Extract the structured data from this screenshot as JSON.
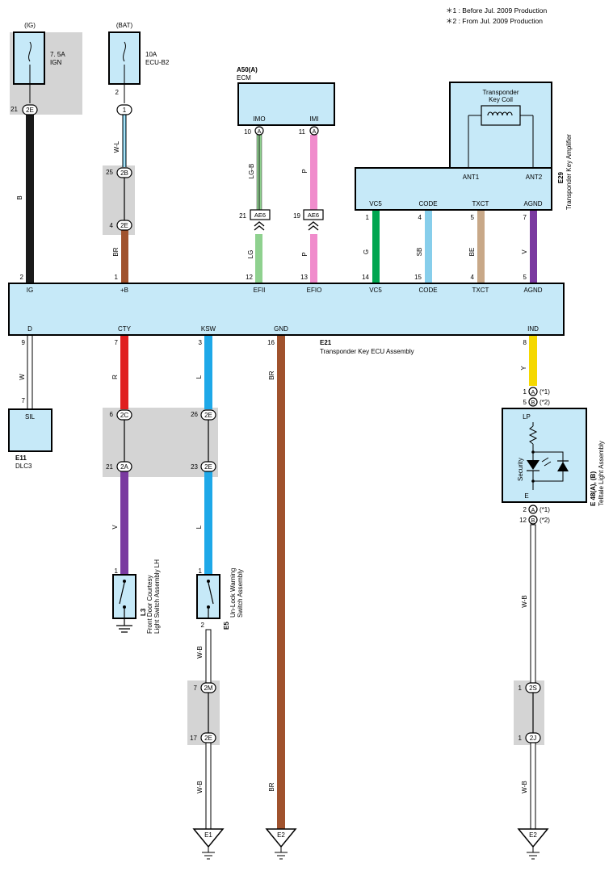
{
  "notes": [
    "＊1 : Before Jul.  2009 Production",
    "＊2 : From Jul.  2009 Production"
  ],
  "fuses": {
    "ig": {
      "source": "(IG)",
      "rating": "7. 5A",
      "name": "IGN",
      "pin": "21",
      "connector": "2E"
    },
    "bat": {
      "source": "(BAT)",
      "rating": "10A",
      "name": "ECU-B2",
      "pin": "2",
      "connector": "1"
    }
  },
  "ecm": {
    "code": "A50(A)",
    "name": "ECM",
    "pins": [
      {
        "label": "IMO",
        "num": "10",
        "conn": "A"
      },
      {
        "label": "IMI",
        "num": "11",
        "conn": "A"
      }
    ]
  },
  "amplifier": {
    "code": "E29",
    "name": "Transponder Key Amplifier",
    "coil": [
      "Transponder",
      "Key Coil"
    ],
    "ant1": "ANT1",
    "ant2": "ANT2",
    "pins": [
      {
        "label": "VC5",
        "num": "1"
      },
      {
        "label": "CODE",
        "num": "4"
      },
      {
        "label": "TXCT",
        "num": "5"
      },
      {
        "label": "AGND",
        "num": "7"
      }
    ]
  },
  "ecu": {
    "code": "E21",
    "name": "Transponder Key ECU Assembly",
    "top_pins": [
      {
        "label": "IG",
        "num": "2"
      },
      {
        "label": "+B",
        "num": "1"
      },
      {
        "label": "EFII",
        "num": "12"
      },
      {
        "label": "EFIO",
        "num": "13"
      },
      {
        "label": "VC5",
        "num": "14"
      },
      {
        "label": "CODE",
        "num": "15"
      },
      {
        "label": "TXCT",
        "num": "4"
      },
      {
        "label": "AGND",
        "num": "5"
      }
    ],
    "bottom_pins": [
      {
        "label": "D",
        "num": "9"
      },
      {
        "label": "CTY",
        "num": "7"
      },
      {
        "label": "KSW",
        "num": "3"
      },
      {
        "label": "GND",
        "num": "16"
      },
      {
        "label": "IND",
        "num": "8"
      }
    ]
  },
  "junctions": {
    "bat_2b": {
      "pin": "25",
      "conn": "2B"
    },
    "bat_2e": {
      "pin": "4",
      "conn": "2E"
    },
    "imo_ae6": {
      "pin": "21",
      "conn": "AE6"
    },
    "imi_ae6": {
      "pin": "19",
      "conn": "AE6"
    },
    "cty_2c": {
      "pin": "6",
      "conn": "2C"
    },
    "cty_2a": {
      "pin": "21",
      "conn": "2A"
    },
    "ksw_2e_top": {
      "pin": "26",
      "conn": "2E"
    },
    "ksw_2e_bot": {
      "pin": "23",
      "conn": "2E"
    },
    "e5_2m": {
      "pin": "7",
      "conn": "2M"
    },
    "e5_2e": {
      "pin": "17",
      "conn": "2E"
    },
    "ind_2s": {
      "pin": "1",
      "conn": "2S"
    },
    "ind_2j": {
      "pin": "1",
      "conn": "2J"
    }
  },
  "wires": {
    "ig": {
      "label": "B",
      "color": "#1a1a1a"
    },
    "bat_upper": {
      "label": "W-L",
      "color": "#ffffff",
      "stripe": "#5bc8f0"
    },
    "bat_lower": {
      "label": "BR",
      "color": "#a0522d"
    },
    "imo_upper": {
      "label": "LG-B",
      "color": "#8fd18f"
    },
    "imo_lower": {
      "label": "LG",
      "color": "#8fd18f"
    },
    "imi_upper": {
      "label": "P",
      "color": "#f08ccc"
    },
    "imi_lower": {
      "label": "P",
      "color": "#f08ccc"
    },
    "vc5": {
      "label": "G",
      "color": "#00a650"
    },
    "code": {
      "label": "SB",
      "color": "#87ceeb"
    },
    "txct": {
      "label": "BE",
      "color": "#c8a888"
    },
    "agnd": {
      "label": "V",
      "color": "#7a3aa0"
    },
    "d": {
      "label": "W",
      "color": "#ffffff"
    },
    "cty_upper": {
      "label": "R",
      "color": "#e02020"
    },
    "cty_lower": {
      "label": "V",
      "color": "#7a3aa0"
    },
    "ksw": {
      "label": "L",
      "color": "#1ea8e8"
    },
    "ksw_lower": {
      "label": "L",
      "color": "#1ea8e8"
    },
    "gnd": {
      "label": "BR",
      "color": "#a0522d"
    },
    "ind": {
      "label": "Y",
      "color": "#f5d800"
    },
    "e5_wb_upper": {
      "label": "W-B",
      "color": "#ffffff"
    },
    "e5_wb_lower": {
      "label": "W-B",
      "color": "#ffffff"
    },
    "ind_wb_upper": {
      "label": "W-B",
      "color": "#ffffff"
    },
    "ind_wb_lower": {
      "label": "W-B",
      "color": "#ffffff"
    }
  },
  "dlc3": {
    "code": "E11",
    "name": "DLC3",
    "pin_label": "SIL",
    "pin": "7"
  },
  "door_switch": {
    "code": "L3",
    "name_line1": "Front Door Courtesy",
    "name_line2": "Light Switch Assembly LH",
    "pin": "1"
  },
  "unlock_switch": {
    "code": "E5",
    "name_line1": "Un-Lock Warning",
    "name_line2": "Switch Assembly",
    "pin_top": "1",
    "pin_bottom": "2"
  },
  "telltale": {
    "code": "E 48(A), (B)",
    "name": "Telltale Light Assembly",
    "lp": "LP",
    "e": "E",
    "security": "Security",
    "top": [
      {
        "pin": "1",
        "conn": "A",
        "note": "(*1)"
      },
      {
        "pin": "5",
        "conn": "B",
        "note": "(*2)"
      }
    ],
    "bottom": [
      {
        "pin": "2",
        "conn": "A",
        "note": "(*1)"
      },
      {
        "pin": "12",
        "conn": "B",
        "note": "(*2)"
      }
    ]
  },
  "grounds": {
    "e1_left": "E1",
    "e2_mid": "E2",
    "e2_right": "E2"
  },
  "colors": {
    "component_fill": "#c6e9f8",
    "splice_fill": "#d4d4d4"
  }
}
